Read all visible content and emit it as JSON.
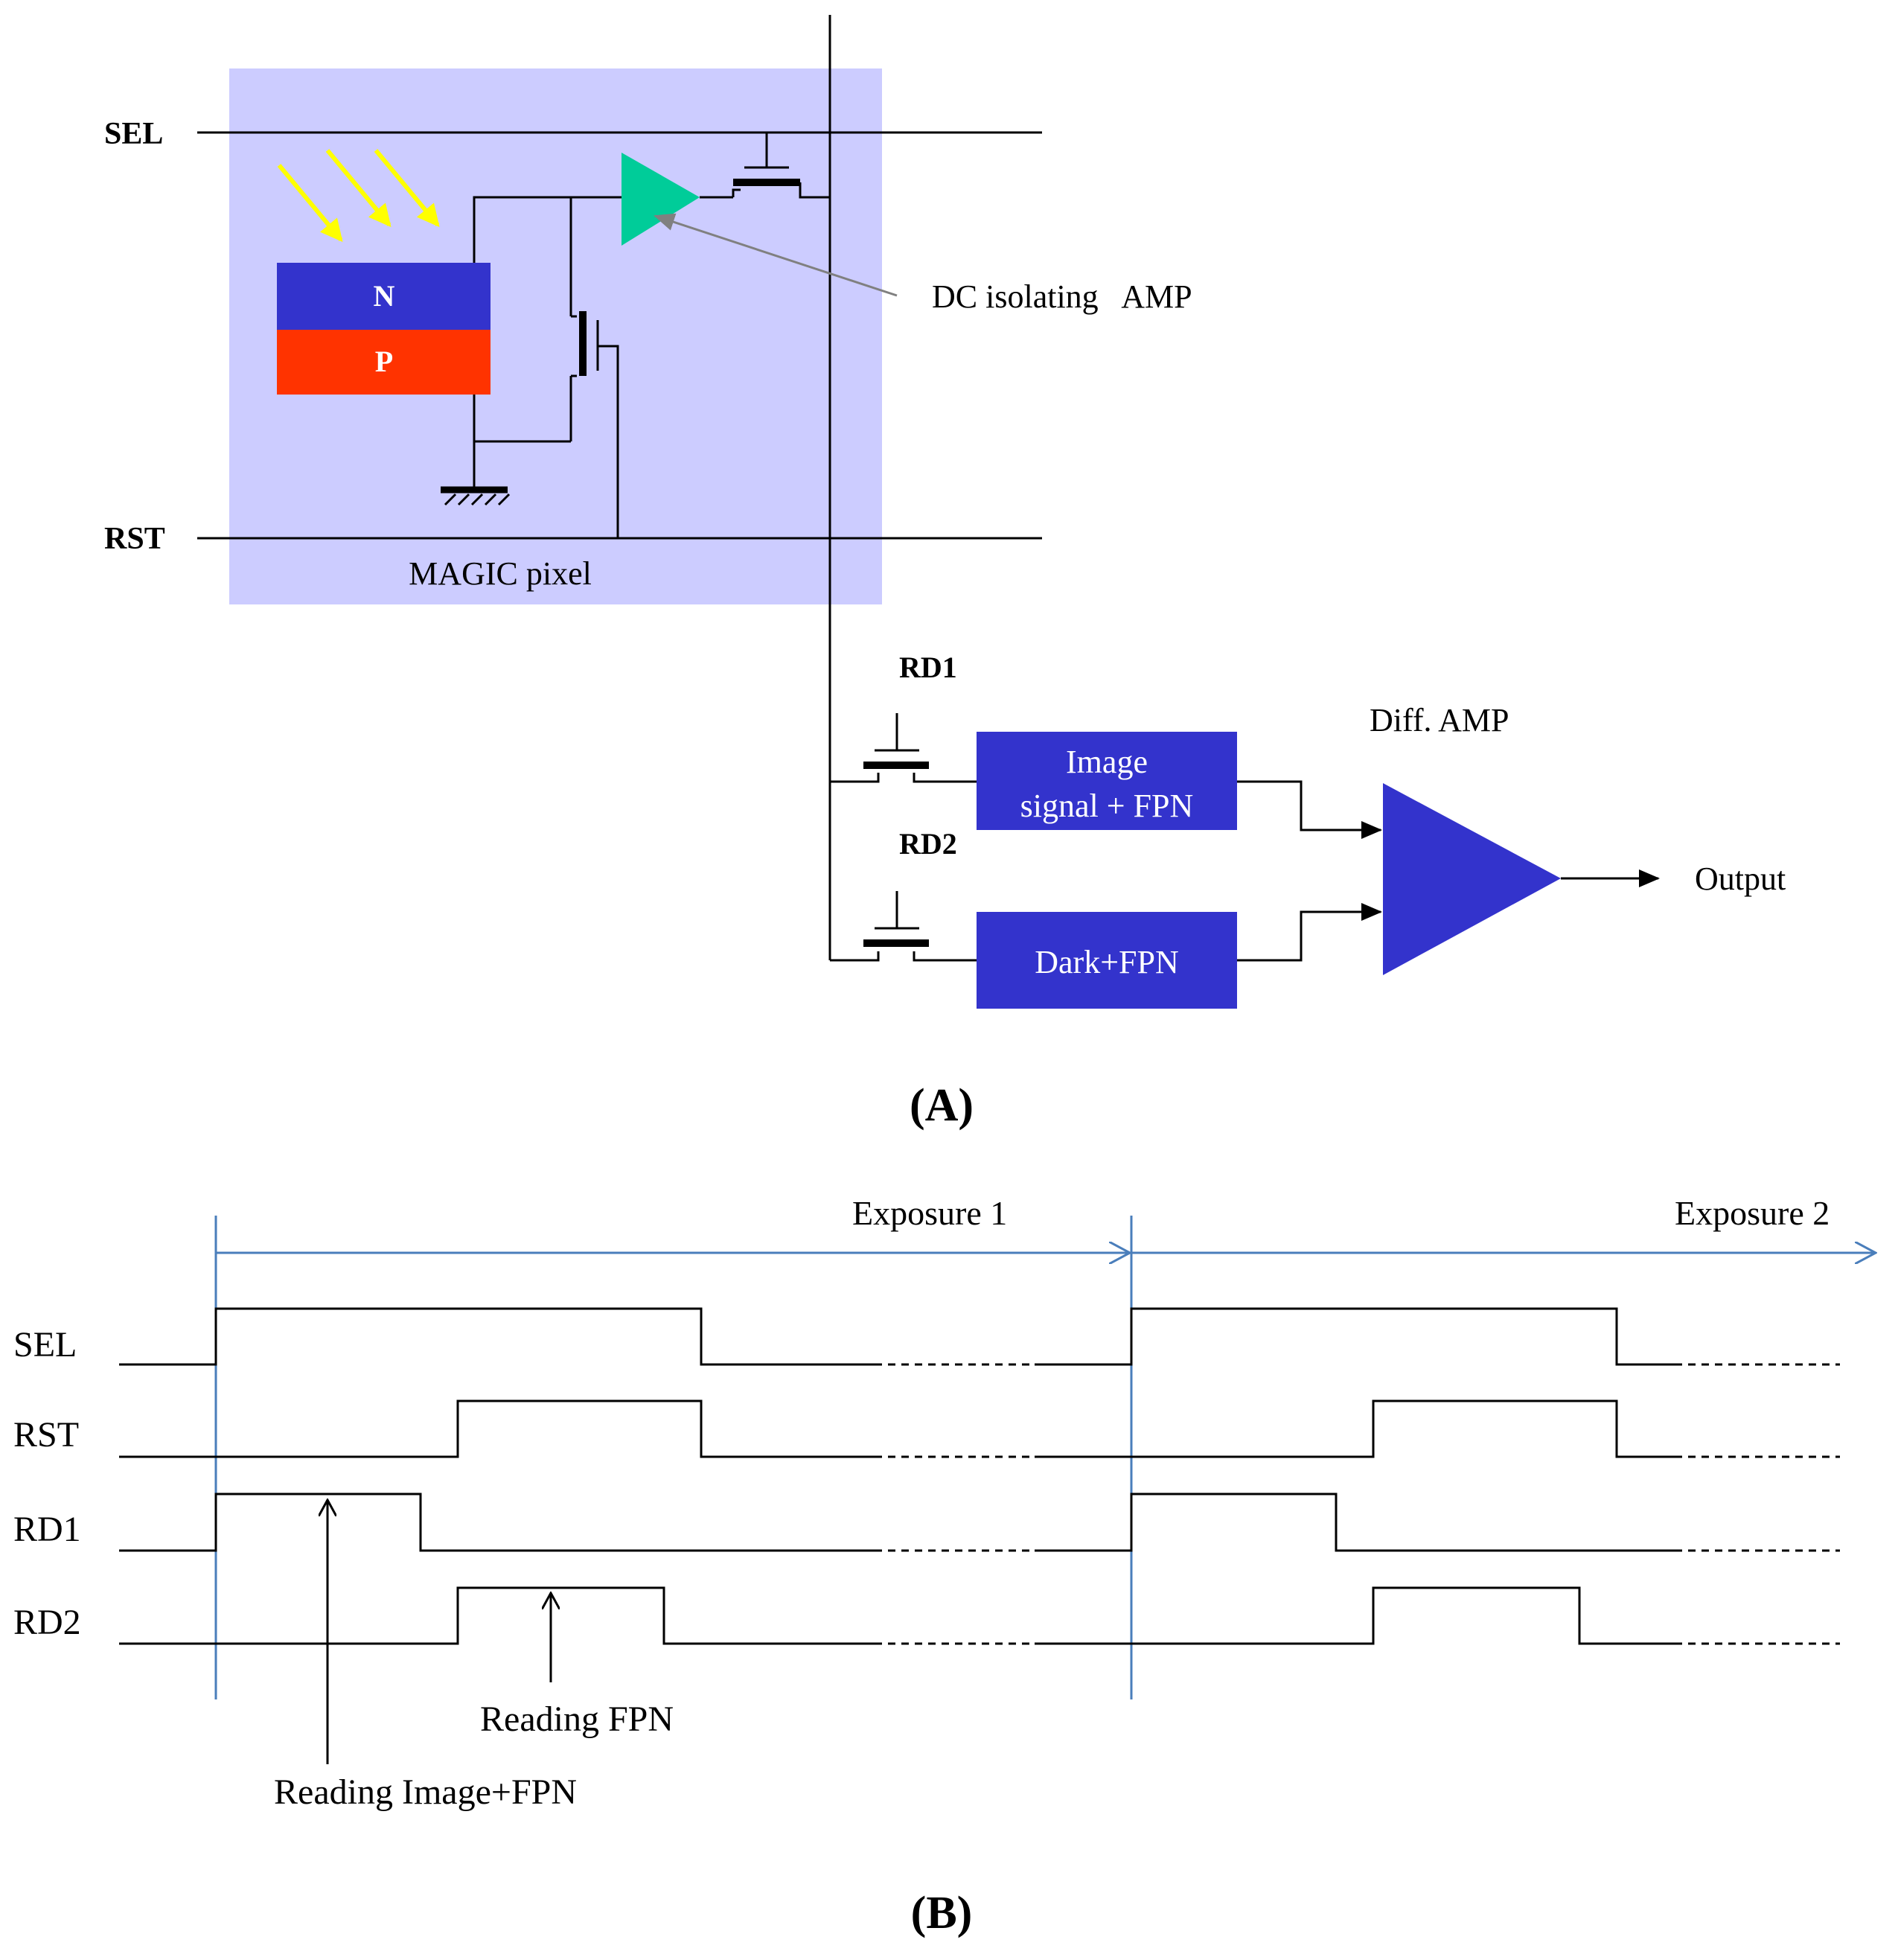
{
  "panel_a": {
    "rail_sel_label": "SEL",
    "rail_rst_label": "RST",
    "pixel_label": "MAGIC pixel",
    "n_label": "N",
    "p_label": "P",
    "dc_amp_label": "DC isolating   AMP",
    "rd1_label": "RD1",
    "rd2_label": "RD2",
    "image_box_line1": "Image",
    "image_box_line2": "signal + FPN",
    "dark_box_label": "Dark+FPN",
    "diff_amp_label": "Diff. AMP",
    "output_label": "Output",
    "caption": "(A)"
  },
  "panel_b": {
    "exposure1_label": "Exposure 1",
    "exposure2_label": "Exposure 2",
    "signals": [
      "SEL",
      "RST",
      "RD1",
      "RD2"
    ],
    "reading_fpn_label": "Reading FPN",
    "reading_image_label": "Reading Image+FPN",
    "caption": "(B)"
  },
  "colors": {
    "pixel_bg": "#ccccff",
    "n_region": "#3333cc",
    "p_region": "#ff3300",
    "dc_amp": "#00cc99",
    "blue_box": "#3333cc",
    "light_arrows": "#ffff00",
    "timeline": "#4a7ebb"
  }
}
